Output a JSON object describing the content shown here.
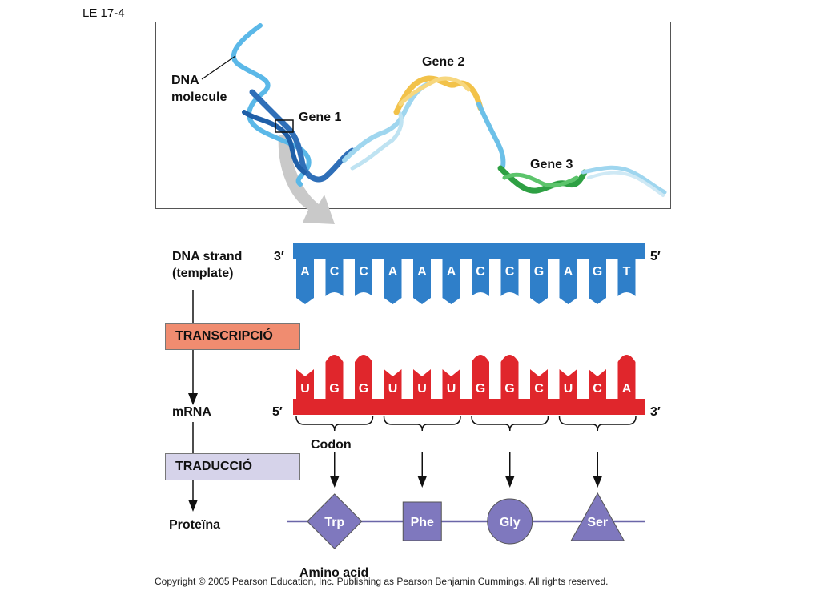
{
  "slide_label": "LE 17-4",
  "top_panel": {
    "dna_molecule_label_line1": "DNA",
    "dna_molecule_label_line2": "molecule",
    "gene1": "Gene 1",
    "gene2": "Gene 2",
    "gene3": "Gene 3"
  },
  "dna_strand": {
    "label_line1": "DNA strand",
    "label_line2": "(template)",
    "left_end": "3′",
    "right_end": "5′",
    "bases": [
      "A",
      "C",
      "C",
      "A",
      "A",
      "A",
      "C",
      "C",
      "G",
      "A",
      "G",
      "T"
    ]
  },
  "steps": {
    "transcription": "TRANSCRIPCIÓ",
    "translation": "TRADUCCIÓ"
  },
  "mrna": {
    "label": "mRNA",
    "left_end": "5′",
    "right_end": "3′",
    "bases": [
      "U",
      "G",
      "G",
      "U",
      "U",
      "U",
      "G",
      "G",
      "C",
      "U",
      "C",
      "A"
    ]
  },
  "codon_label": "Codon",
  "protein": {
    "label": "Proteïna",
    "amino_acids": [
      "Trp",
      "Phe",
      "Gly",
      "Ser"
    ],
    "amino_acid_label": "Amino acid"
  },
  "colors": {
    "dna_blue": "#2f7fc9",
    "mrna_red": "#e0262c",
    "amino_purple": "#7f78be",
    "transcription_box": "#f08c70",
    "translation_box": "#d6d3ea",
    "gene2_yellow": "#f2c24a",
    "gene3_green": "#2ea043"
  },
  "copyright": "Copyright © 2005 Pearson Education, Inc. Publishing as Pearson Benjamin Cummings. All rights reserved."
}
